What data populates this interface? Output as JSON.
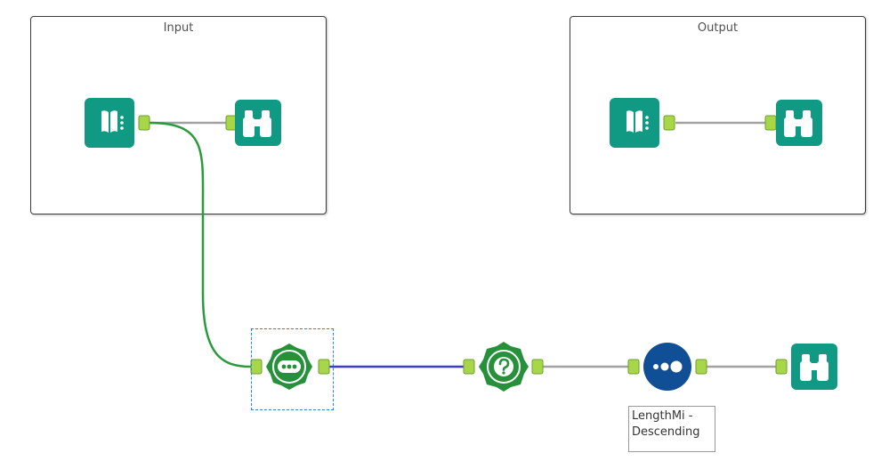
{
  "containers": {
    "input": {
      "title": "Input"
    },
    "output": {
      "title": "Output"
    }
  },
  "tools": {
    "input_data": {
      "icon": "input-data-book-icon"
    },
    "input_browse": {
      "icon": "browse-binoculars-icon"
    },
    "select": {
      "icon": "select-tool-icon"
    },
    "filter": {
      "icon": "filter-question-icon"
    },
    "sort": {
      "icon": "sort-dots-icon",
      "annotation_line1": "LengthMi -",
      "annotation_line2": "Descending"
    },
    "final_browse": {
      "icon": "browse-binoculars-icon"
    },
    "output_data": {
      "icon": "output-data-book-icon"
    },
    "output_browse": {
      "icon": "browse-binoculars-icon"
    }
  },
  "colors": {
    "tool_teal": "#109a84",
    "prep_green": "#27903a",
    "sort_blue": "#104f96",
    "anchor_green": "#a7d649",
    "conn_gray": "#a2a2a2",
    "conn_green": "#2a9b3c",
    "conn_blue": "#3a3ad8"
  }
}
